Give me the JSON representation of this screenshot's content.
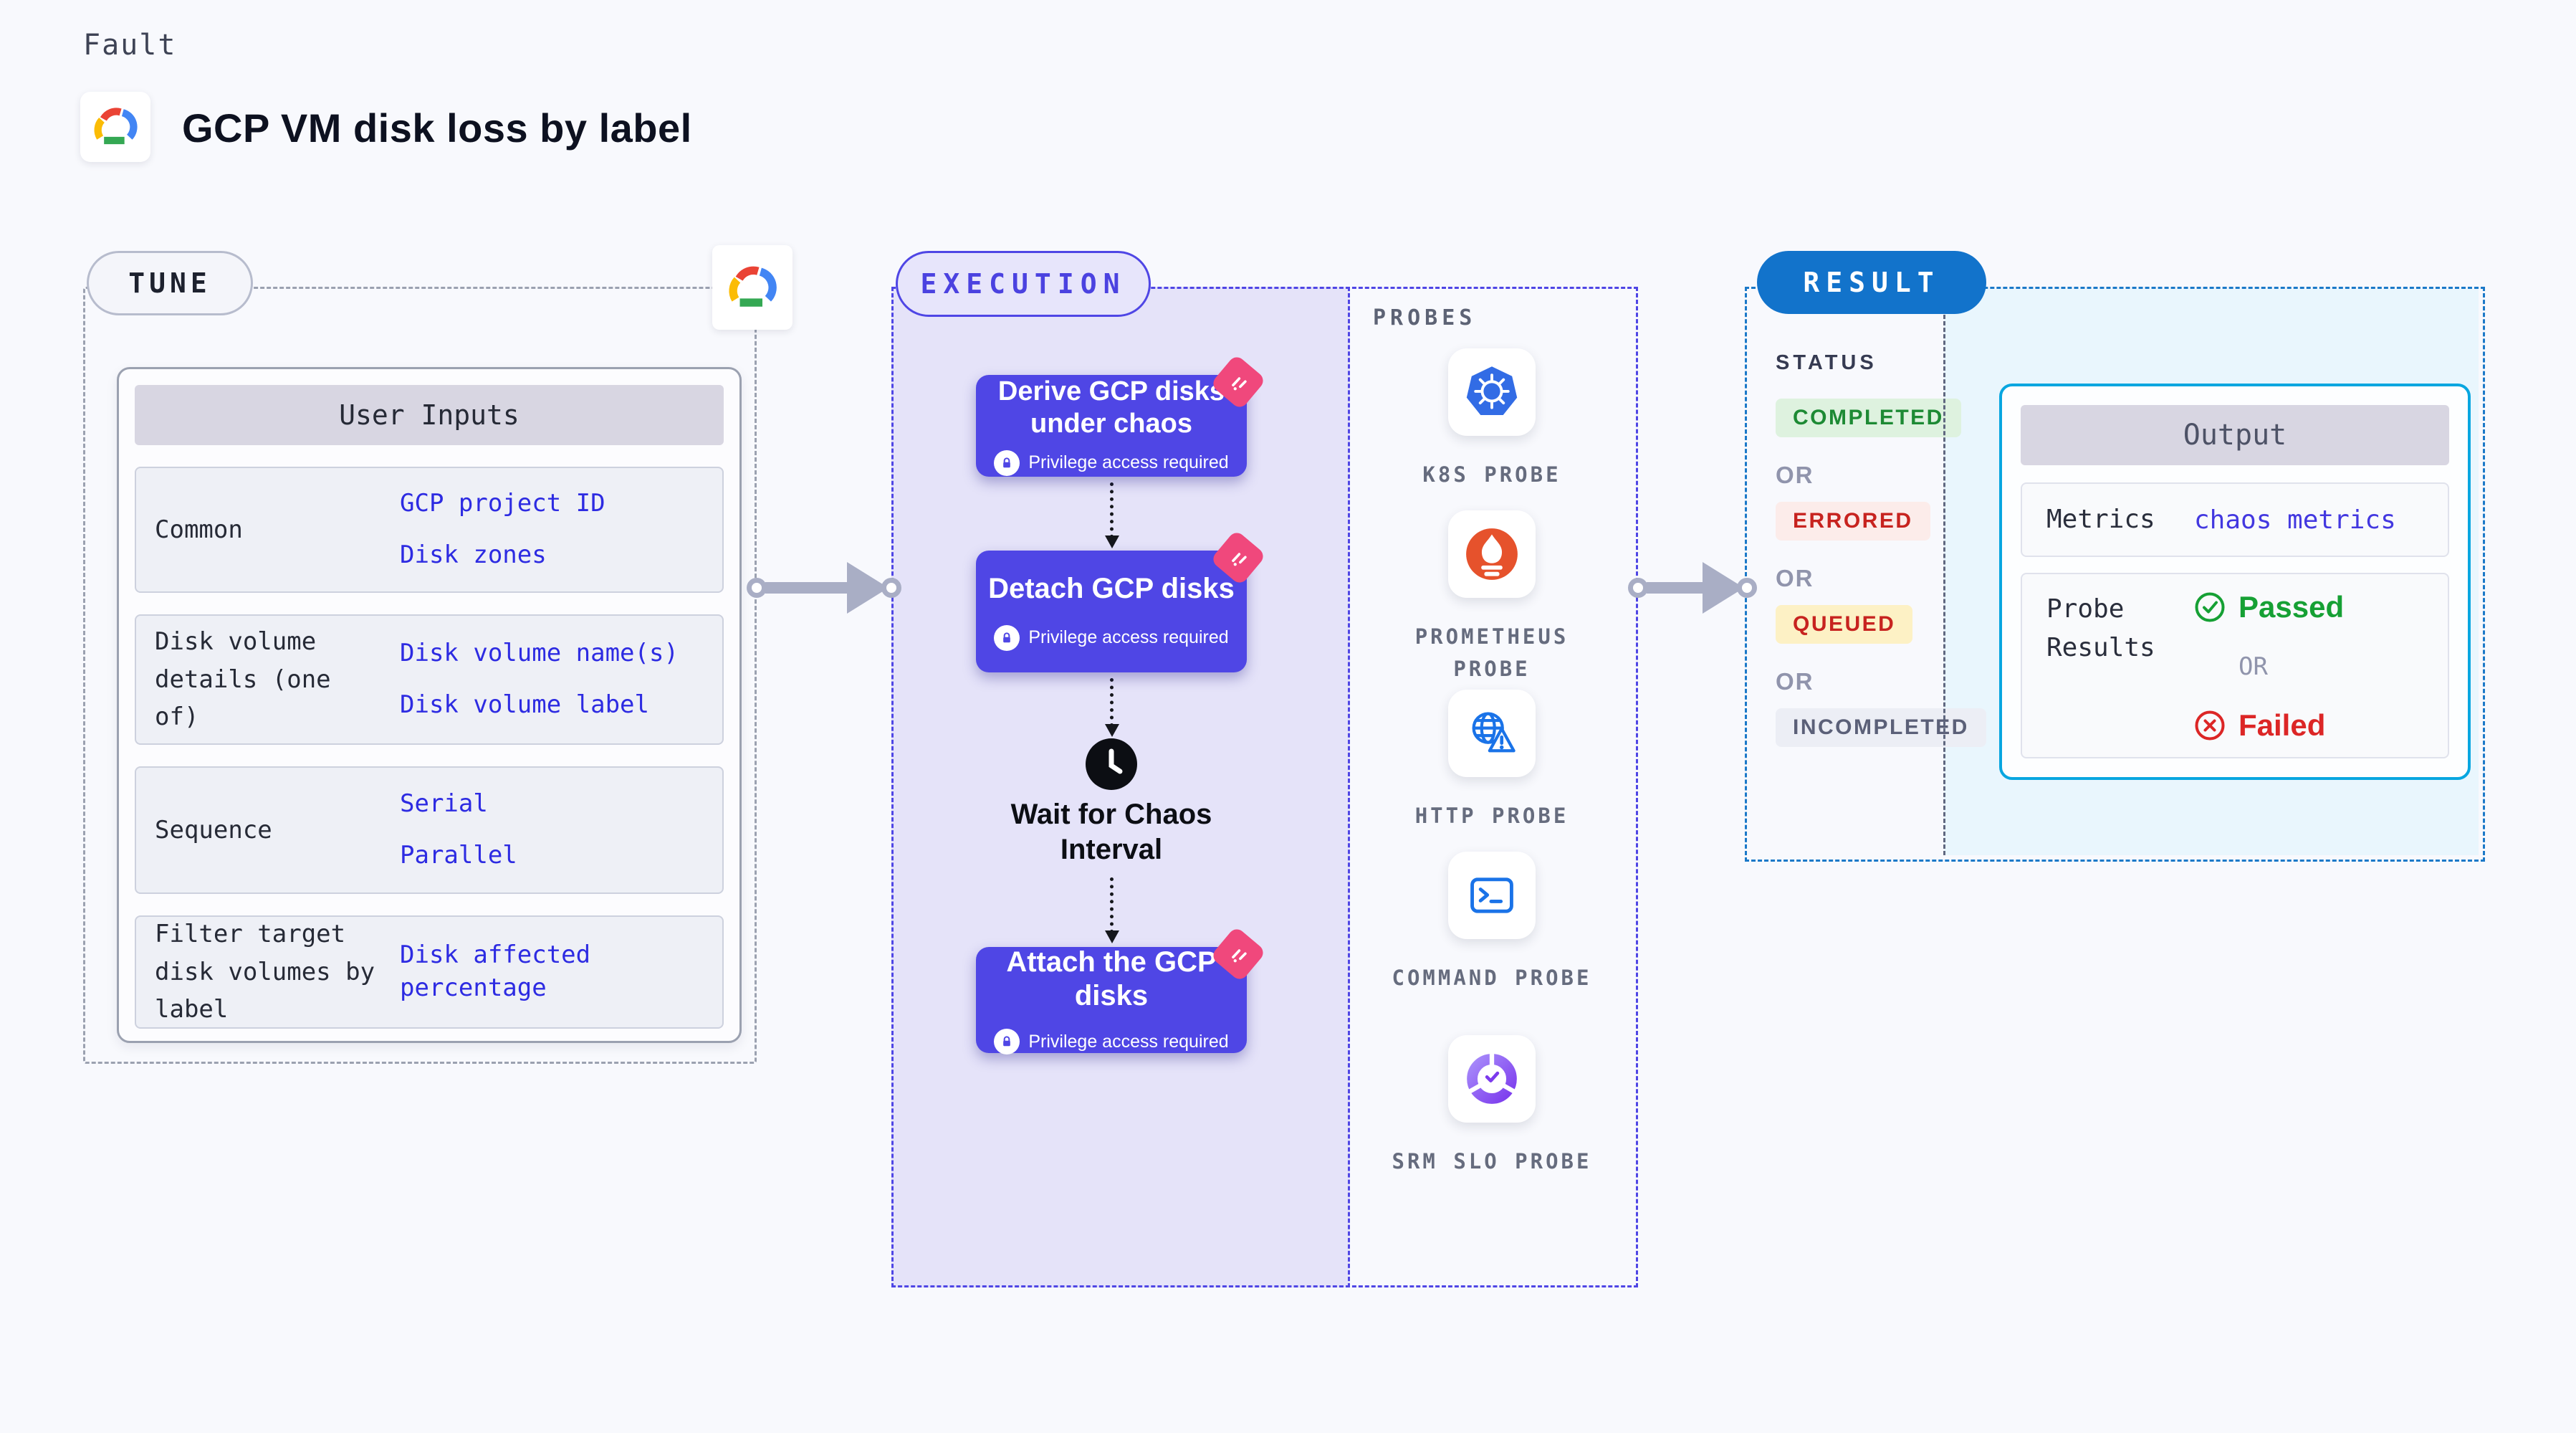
{
  "page": {
    "kicker": "Fault",
    "title": "GCP VM disk loss by label"
  },
  "tune": {
    "badge": "TUNE",
    "table": {
      "header": "User Inputs",
      "rows": [
        {
          "label": "Common",
          "values": [
            "GCP project ID",
            "Disk zones"
          ]
        },
        {
          "label": "Disk volume details (one of)",
          "values": [
            "Disk volume name(s)",
            "Disk volume label"
          ]
        },
        {
          "label": "Sequence",
          "values": [
            "Serial",
            "Parallel"
          ]
        },
        {
          "label": "Filter target disk volumes by label",
          "values": [
            "Disk affected percentage"
          ]
        }
      ]
    }
  },
  "execution": {
    "badge": "EXECUTION",
    "privilege_label": "Privilege access required",
    "steps": [
      {
        "title": "Derive GCP disks under chaos"
      },
      {
        "title": "Detach GCP disks"
      },
      {
        "title": "Attach the GCP disks"
      }
    ],
    "wait_label": "Wait for Chaos Interval"
  },
  "probes": {
    "title": "PROBES",
    "items": [
      {
        "label": "K8S PROBE",
        "icon": "kubernetes-icon"
      },
      {
        "label": "PROMETHEUS PROBE",
        "icon": "prometheus-icon"
      },
      {
        "label": "HTTP PROBE",
        "icon": "globe-warning-icon"
      },
      {
        "label": "COMMAND PROBE",
        "icon": "terminal-icon"
      },
      {
        "label": "SRM SLO PROBE",
        "icon": "slo-donut-check-icon"
      }
    ]
  },
  "result": {
    "badge": "RESULT",
    "status_title": "STATUS",
    "or_label": "OR",
    "statuses": [
      {
        "label": "COMPLETED"
      },
      {
        "label": "ERRORED"
      },
      {
        "label": "QUEUED"
      },
      {
        "label": "INCOMPLETED"
      }
    ],
    "output": {
      "header": "Output",
      "metrics_label": "Metrics",
      "metrics_value": "chaos metrics",
      "probe_results_label": "Probe Results",
      "passed_label": "Passed",
      "failed_label": "Failed"
    }
  },
  "colors": {
    "background": "#f8f9fd",
    "indigo_primary": "#4f46e5",
    "execution_panel": "#e5e3f9",
    "link_blue": "#2d2be2",
    "result_blue": "#1273cb",
    "output_border_cyan": "#08a6e0",
    "output_panel_cyan": "#e9f6fd",
    "success_green": "#16a034",
    "error_red": "#dc2626",
    "status_completed_bg": "#def2df",
    "status_completed_text": "#1d8a34",
    "status_errored_bg": "#fcecea",
    "status_errored_text": "#c7231f",
    "status_queued_bg": "#fdf1c5",
    "status_queued_text": "#c7231f",
    "status_incompleted_bg": "#eceef5",
    "status_incompleted_text": "#5b6078",
    "chaos_pink": "#f0487c",
    "kubernetes_blue": "#326ce5",
    "prometheus_orange": "#e6522c",
    "probe_icon_blue": "#1a73e8",
    "srm_purple": "#8b5cf6",
    "arrow_gray": "#a9aec5"
  }
}
